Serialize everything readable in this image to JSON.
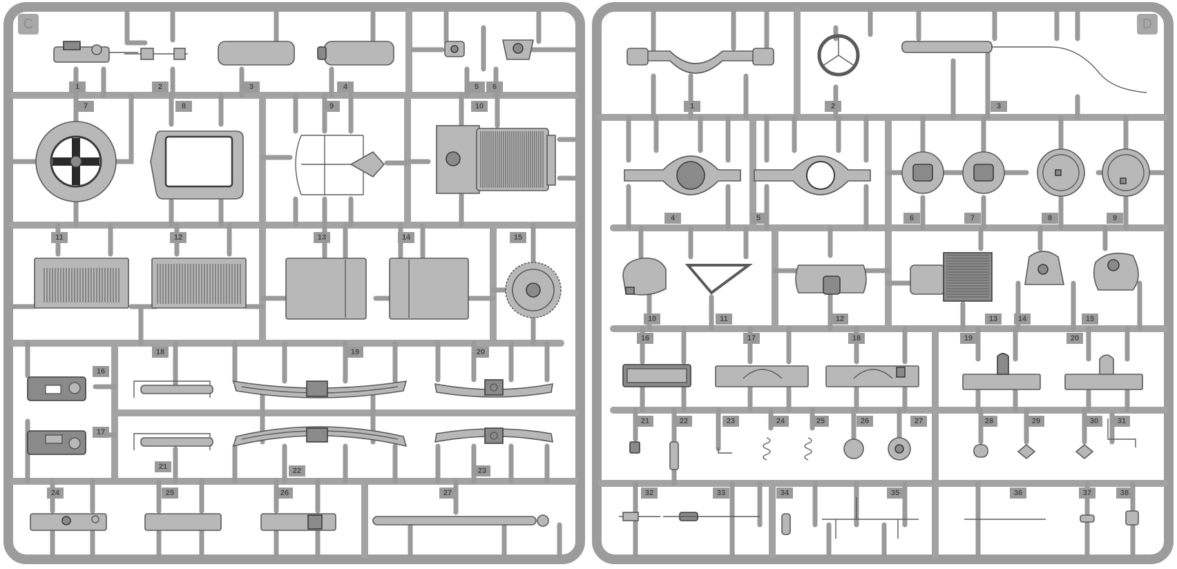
{
  "sprues": [
    {
      "letter": "C",
      "parts": [
        {
          "number": "1",
          "name": "fuel pump assembly"
        },
        {
          "number": "2",
          "name": "shaft"
        },
        {
          "number": "3",
          "name": "cylinder tank"
        },
        {
          "number": "4",
          "name": "cylinder tank"
        },
        {
          "number": "5",
          "name": "bracket"
        },
        {
          "number": "6",
          "name": "hex fitting"
        },
        {
          "number": "7",
          "name": "wheel ring"
        },
        {
          "number": "8",
          "name": "frame panel"
        },
        {
          "number": "9",
          "name": "chassis frame"
        },
        {
          "number": "10",
          "name": "radiator"
        },
        {
          "number": "11",
          "name": "louvered panel"
        },
        {
          "number": "12",
          "name": "louvered panel"
        },
        {
          "number": "13",
          "name": "box panel"
        },
        {
          "number": "14",
          "name": "box panel"
        },
        {
          "number": "15",
          "name": "flywheel gear"
        },
        {
          "number": "16",
          "name": "housing"
        },
        {
          "number": "17",
          "name": "housing"
        },
        {
          "number": "18",
          "name": "bar"
        },
        {
          "number": "19",
          "name": "leaf spring"
        },
        {
          "number": "20",
          "name": "leaf spring"
        },
        {
          "number": "21",
          "name": "bar"
        },
        {
          "number": "22",
          "name": "leaf spring"
        },
        {
          "number": "23",
          "name": "leaf spring"
        },
        {
          "number": "24",
          "name": "plate"
        },
        {
          "number": "25",
          "name": "plate"
        },
        {
          "number": "26",
          "name": "plate"
        },
        {
          "number": "27",
          "name": "rod"
        }
      ]
    },
    {
      "letter": "D",
      "parts": [
        {
          "number": "1",
          "name": "front axle beam"
        },
        {
          "number": "2",
          "name": "steering wheel"
        },
        {
          "number": "3",
          "name": "drag link"
        },
        {
          "number": "4",
          "name": "axle housing"
        },
        {
          "number": "5",
          "name": "axle housing"
        },
        {
          "number": "6",
          "name": "drum"
        },
        {
          "number": "7",
          "name": "drum"
        },
        {
          "number": "8",
          "name": "brake plate"
        },
        {
          "number": "9",
          "name": "brake plate"
        },
        {
          "number": "10",
          "name": "steering box"
        },
        {
          "number": "11",
          "name": "triangular link"
        },
        {
          "number": "12",
          "name": "gearbox housing"
        },
        {
          "number": "13",
          "name": "finned block"
        },
        {
          "number": "14",
          "name": "bell housing"
        },
        {
          "number": "15",
          "name": "sump"
        },
        {
          "number": "16",
          "name": "gauge panel"
        },
        {
          "number": "17",
          "name": "arched plate"
        },
        {
          "number": "18",
          "name": "arched plate"
        },
        {
          "number": "19",
          "name": "bracket plate"
        },
        {
          "number": "20",
          "name": "bracket plate"
        },
        {
          "number": "21",
          "name": "lever"
        },
        {
          "number": "22",
          "name": "shaft"
        },
        {
          "number": "23",
          "name": "pin"
        },
        {
          "number": "24",
          "name": "spring"
        },
        {
          "number": "25",
          "name": "spring"
        },
        {
          "number": "26",
          "name": "disc"
        },
        {
          "number": "27",
          "name": "washer"
        },
        {
          "number": "28",
          "name": "joint"
        },
        {
          "number": "29",
          "name": "knuckle"
        },
        {
          "number": "30",
          "name": "knuckle"
        },
        {
          "number": "31",
          "name": "crank"
        },
        {
          "number": "32",
          "name": "link"
        },
        {
          "number": "33",
          "name": "link"
        },
        {
          "number": "34",
          "name": "valve"
        },
        {
          "number": "35",
          "name": "pipe manifold"
        },
        {
          "number": "36",
          "name": "rod"
        },
        {
          "number": "37",
          "name": "pin"
        },
        {
          "number": "38",
          "name": "clip"
        }
      ]
    }
  ],
  "colors": {
    "plastic": "#b8b8b8",
    "runner": "#a3a3a3",
    "outline": "#5a5a5a",
    "tag": "#9a9a9a"
  }
}
